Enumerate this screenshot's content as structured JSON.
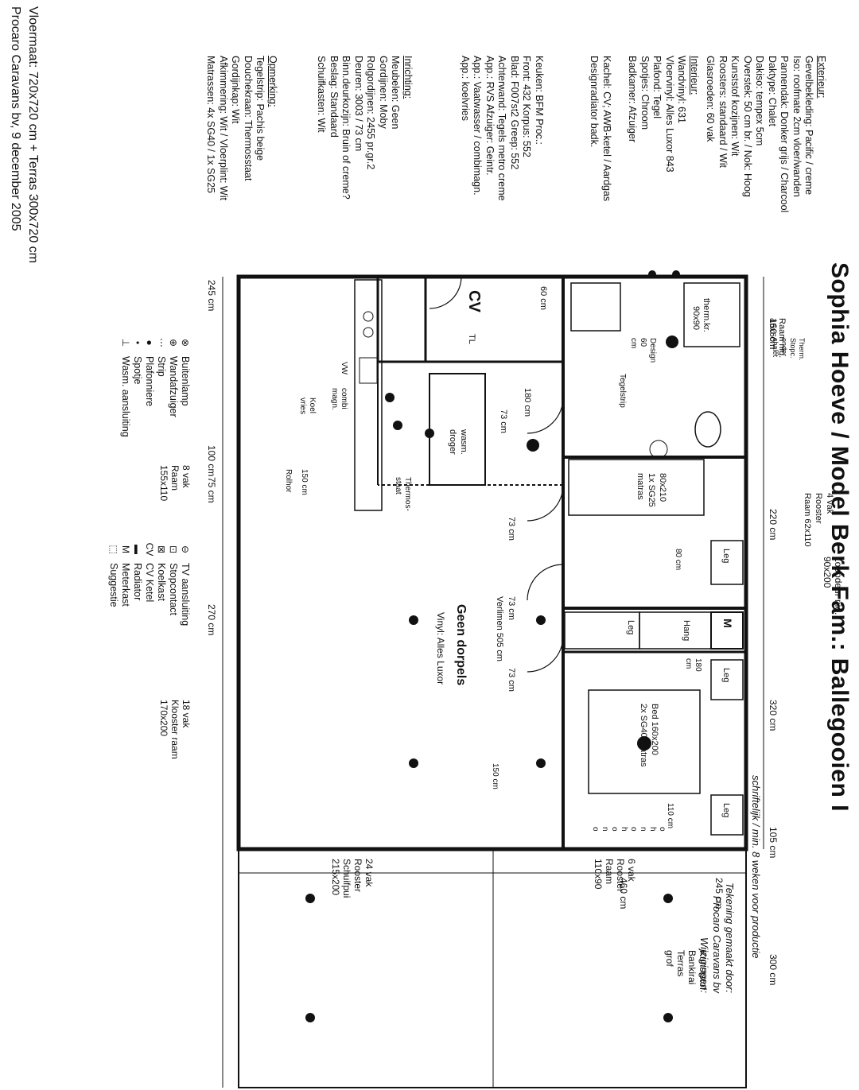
{
  "title": "Sophia Hoeve  /  Model Berk  Fam.: Ballegooien I",
  "specs": {
    "exterieur": {
      "heading": "Exterieur:",
      "lines": [
        "Gevelbekleding: Pacific / creme",
        "Iso: roofmate 2cm vloer/wanden",
        "Pannendak: Donker grijs / Charcool",
        "Daktype: Chalet",
        "Dakiso: tempex 5cm",
        "Overstek: 50 cm br. / Nok: Hoog",
        "Kunststof kozijnen: Wit",
        "Roosters: standaard / Wit",
        "Glasroeden: 60 vak"
      ]
    },
    "interieur": {
      "heading": "Interieur:",
      "lines": [
        "Wandvinyl: 631",
        "Vloervinyl: Alles Luxor 843",
        "Plafond: Tegel",
        "Spotjes: Chroom",
        "Badkamer: Afzuiger"
      ]
    },
    "kachel": {
      "lines": [
        "Kachel: CV; AWB-ketel / Aardgas",
        "Designradiator badk."
      ]
    },
    "keuken": {
      "lines": [
        "Keuken: BFM    Proc.:",
        "Front: 432  Korpus: 552",
        "Blad: F007st2  Greep: 552",
        "Achterwand: Tegels metro creme",
        "App.: RVS  Afzuiger: Geintr.",
        "App.: Vaatwasser / combimagn.",
        "App.: koelvries"
      ]
    },
    "inrichting": {
      "heading": "Inrichting:",
      "lines": [
        "Meubelen: Geen",
        "Gordijnen: Moby",
        "Rolgordijnen: 2455 pr.gr.2",
        "Deuren: 3003 / 73 cm",
        "Binn.deurkozijn: Bruin of creme?",
        "Beslag: Standaard",
        "Schuifkasten: Wit"
      ]
    },
    "opmerking": {
      "heading": "Opmerking:",
      "lines": [
        "Tegelstrip: Pachis beige",
        "Douchekraan: Thermosstaat",
        "Gordijnkap: Wit",
        "Afkimmering: Wit / Vloerplint: Wit",
        "Matrassen: 4x SG40  /  1x SG25"
      ]
    }
  },
  "footer": {
    "line1": "Vloermaat: 720x720 cm + Terras 300x720 cm",
    "line2": "Procaro Caravans bv, 9 december 2005"
  },
  "credit": {
    "lines": [
      "Tekening gemaakt door:",
      "Procaro Caravans bv",
      "Wijzigingen:"
    ],
    "line2": "schriftelijk / min. 8 weken voor productie"
  },
  "plan": {
    "loopdeur": "Loopdeur nig.",
    "loopdeur_size": "90x200",
    "therm_stopc": [
      "Therm.",
      "Stopc.",
      "onder",
      "chalet"
    ],
    "dims_top": [
      "270 cm",
      "75 cm",
      "100 cm",
      "245 cm"
    ],
    "dims_right": [
      "160 cm",
      "220 cm",
      "320 cm",
      "105 cm"
    ],
    "dims_bottom": [
      "460 cm",
      "245 cm"
    ],
    "terras_dim": "300 cm",
    "raam_bad": [
      "Raam nig.",
      "45x60"
    ],
    "raam_slaap1": [
      "4 vak",
      "Rooster",
      "Raam 62x110"
    ],
    "raam_keuken": [
      "8 vak",
      "Raam",
      "155x110"
    ],
    "raam_woon": [
      "18 vak",
      "Klooster raam",
      "170x200"
    ],
    "raam_terras1": [
      "6 vak",
      "Rooster",
      "Raam",
      "110x90"
    ],
    "raam_terras2": [
      "24 vak",
      "Rooster",
      "Schuifpui",
      "215x200"
    ],
    "terras_label": [
      "Kunststof",
      "Bankirai",
      "Terras",
      "grof"
    ],
    "therm_kr": [
      "therm.kr.",
      "90x90"
    ],
    "design": [
      "Design",
      "60",
      "cm"
    ],
    "tegelstrip": "Tegelstrip",
    "cv": "CV",
    "tl": "TL",
    "wasm": [
      "wasm.",
      "droger"
    ],
    "thermos": [
      "Thermos-",
      "staat"
    ],
    "combi": [
      "combi",
      "magn."
    ],
    "vw": "VW",
    "koelvries": [
      "Koel",
      "vries"
    ],
    "rolhor": "Rolhor",
    "bed_single": [
      "80x210",
      "1x SG25",
      "matras"
    ],
    "bed_double": [
      "Bed 160x200",
      "2x SG40 matras"
    ],
    "leg": "Leg",
    "hang": "Hang",
    "m": "M",
    "geen_dorpels": "Geen dorpels",
    "vinyl": "Vinyl: Alles Luxor",
    "verlimen": "Verlimen  505 cm",
    "door73": "73 cm",
    "d60": "60 cm",
    "d180": "180 cm",
    "d80": "80 cm",
    "d150": "150 cm",
    "d110": "110 cm",
    "d180b": [
      "180",
      "cm"
    ],
    "hanger_letters": [
      "o",
      "h",
      "n",
      "o",
      "h",
      "o",
      "n",
      "o"
    ]
  },
  "legend": {
    "left": [
      "Buitenlamp",
      "Wandafzuiger",
      "Strip",
      "Plafonniere",
      "Spotje",
      "Wasm. aansluiting"
    ],
    "right": [
      "TV aansluiting",
      "Stopcontact",
      "Koelkast",
      "CV Ketel",
      "Radiator",
      "Meterkast",
      "Suggestie"
    ]
  }
}
